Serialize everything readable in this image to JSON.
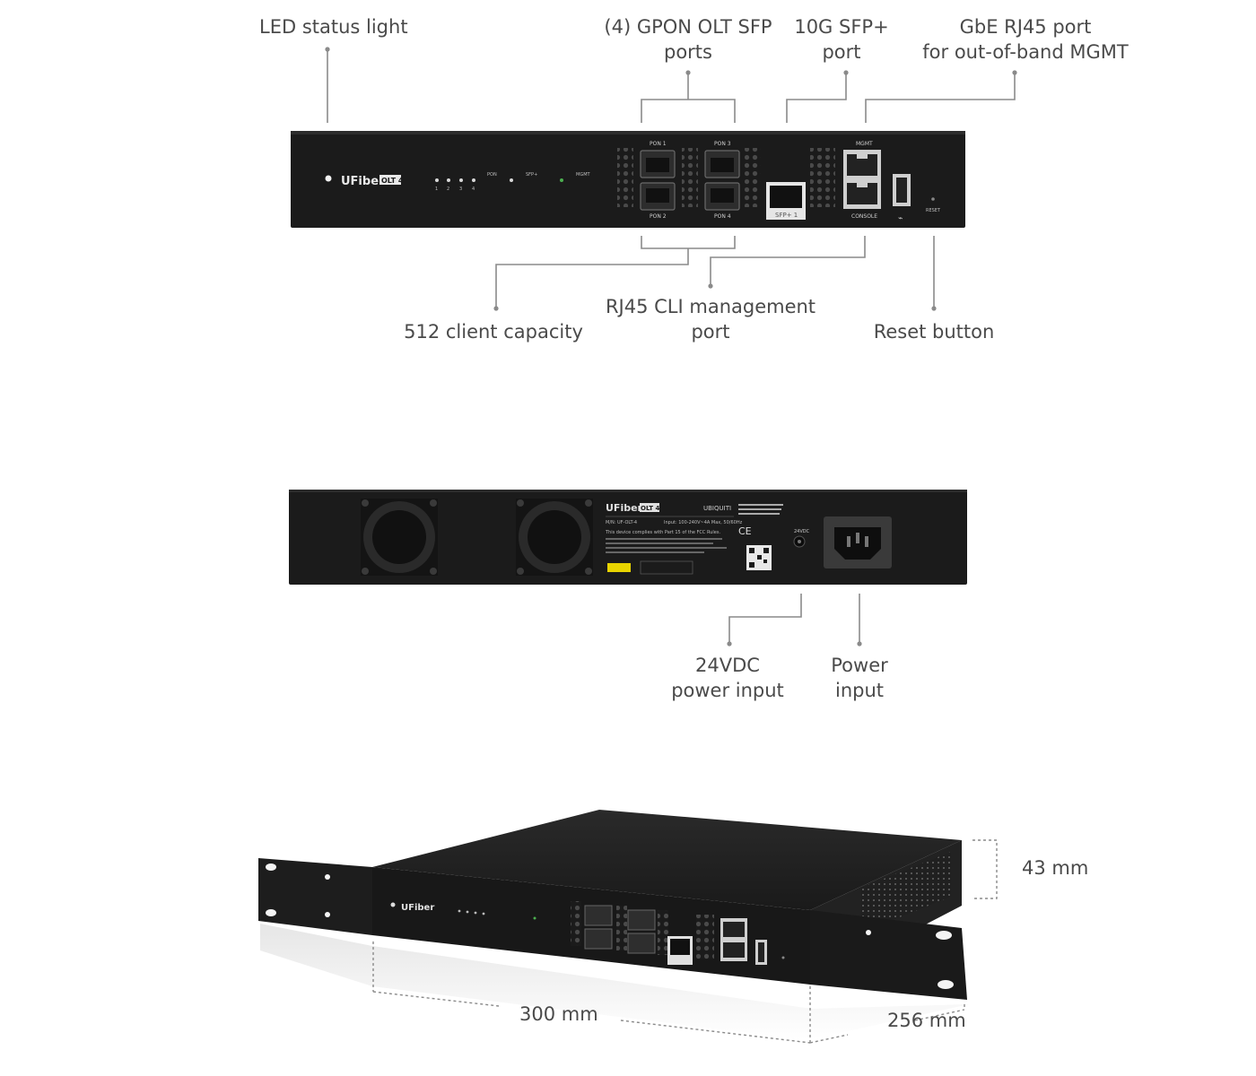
{
  "callouts": {
    "led_status": "LED status light",
    "gpon_ports": [
      "(4) GPON OLT SFP",
      "ports"
    ],
    "sfp_plus": [
      "10G SFP+",
      "port"
    ],
    "mgmt_port": [
      "GbE RJ45 port",
      "for out-of-band MGMT"
    ],
    "client_capacity": "512 client capacity",
    "cli_port": [
      "RJ45 CLI management",
      "port"
    ],
    "reset_button": "Reset button",
    "dc_input": [
      "24VDC",
      "power input"
    ],
    "power_input": [
      "Power",
      "input"
    ]
  },
  "dimensions": {
    "height": "43 mm",
    "width": "300 mm",
    "depth": "256 mm"
  },
  "front_panel": {
    "brand": "UFiber",
    "model_badge": "OLT 4",
    "pon_labels": [
      "PON 1",
      "PON 2",
      "PON 3",
      "PON 4"
    ],
    "sfp_label": "SFP+ 1",
    "mgmt_label": "MGMT",
    "console_label": "CONSOLE",
    "reset_label": "RESET",
    "led_groups": [
      "PON",
      "SFP+",
      "MGMT"
    ],
    "led_numbers": [
      "1",
      "2",
      "3",
      "4"
    ]
  },
  "rear_panel": {
    "brand": "UFiber",
    "model_badge": "OLT 4",
    "vendor": "UBIQUITI",
    "model_line": "M/N: UF-OLT-4",
    "input_line": "Input: 100-240V~4A Max, 50/60Hz",
    "fcc_line": "This device complies with Part 15 of the FCC Rules.",
    "dc_label": "24VDC"
  },
  "colors": {
    "device_body": "#1b1b1b",
    "callout_line": "#8a8a8a",
    "text": "#4a4a4a"
  }
}
